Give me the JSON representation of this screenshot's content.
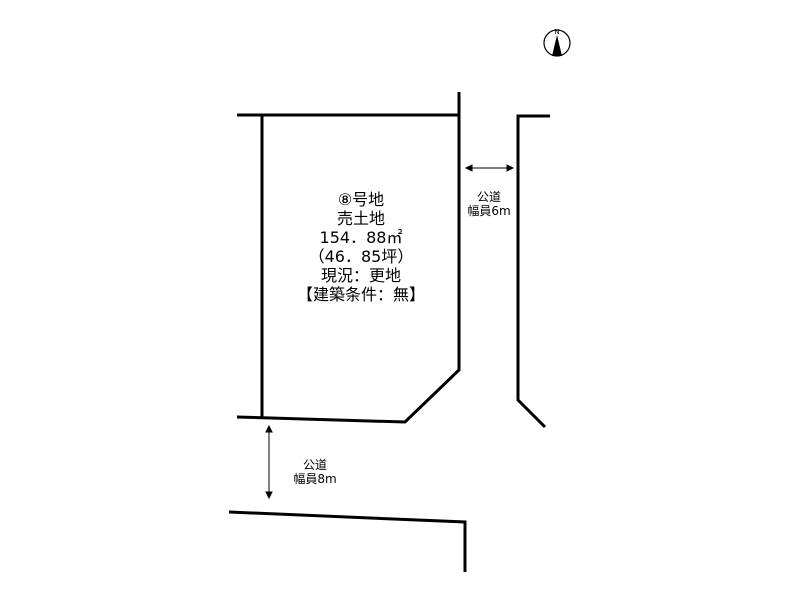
{
  "lot": {
    "number": "⑧号地",
    "type": "売土地",
    "area_sqm": "154．88㎡",
    "area_tsubo": "（46．85坪）",
    "condition": "現況：更地",
    "building_condition": "【建築条件：無】"
  },
  "roads": {
    "east": {
      "kind": "公道",
      "width": "幅員6m"
    },
    "south": {
      "kind": "公道",
      "width": "幅員8m"
    }
  },
  "compass": {
    "icon": "north-arrow-icon",
    "letter": "N"
  }
}
